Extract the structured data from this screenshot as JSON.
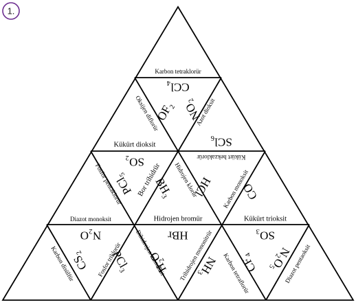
{
  "puzzle": {
    "number": "1.",
    "labels": {
      "karbon_tetraklorur": "Karbon tetraklorür",
      "ccl4": "CCl₄",
      "of2": "OF₂",
      "oksijen_diflorur": "Oksijen diflorür",
      "no2": "NO₂",
      "azot_dioksit": "Azot dioksit",
      "kukurt_dioksit": "Kükürt dioksit",
      "scl6": "SCl₆",
      "kukurt_hekzaklorur": "Kükürt hekzaklorür",
      "so2": "SO₂",
      "fosfor_pentaklorur": "Fosfor pentaklorür",
      "pcl5": "PCl₅",
      "bor_trihidrur": "Bor trihidrür",
      "bh3": "BH₃",
      "hidrojen_klorur": "Hidrojen klorür",
      "hcl": "HCl",
      "karbon_monoksit": "Karbon monoksit",
      "co": "CO",
      "diazot_monoksit": "Diazot monoksit",
      "hidrojen_bromur": "Hidrojen bromür",
      "kukurt_trioksit": "Kükürt trioksit",
      "n2o": "N₂O",
      "cs2": "CS₂",
      "karbon_disulfur": "Karbon disülfür",
      "fosfor_triklorur": "Fosfor triklorür",
      "pcl3": "PCl₃",
      "hbr": "HBr",
      "h2o": "H₂O",
      "dihidrojen_monoksit": "Dihidrojen monoksit",
      "nh3": "NH₃",
      "trihidrojen_mononitrur": "Trihidrojen mononitrür",
      "so3": "SO₃",
      "cf4": "CF₄",
      "karbon_tetraflorur": "Karbon tetraflorür",
      "n2o5": "N₂O₅",
      "diazot_pentaoksit": "Diazot pentaoksit"
    }
  }
}
